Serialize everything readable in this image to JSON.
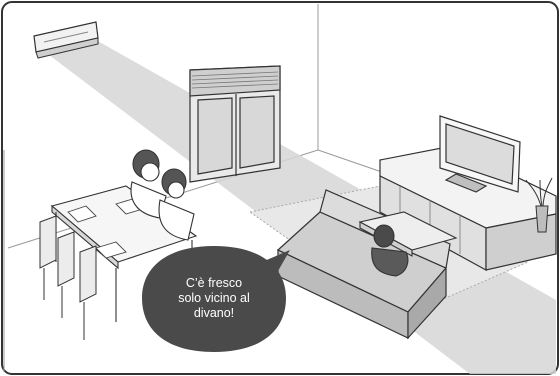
{
  "speech_bubble": {
    "line1": "C’è fresco",
    "line2": "solo vicino al",
    "line3": "divano!"
  },
  "colors": {
    "bubble": "#4a4a4a",
    "cool_air_beam": "#d6d6d6",
    "outline": "#333333"
  },
  "icons": [
    "air-conditioner-icon",
    "window-icon",
    "television-icon",
    "sofa-icon",
    "dining-table-icon",
    "plant-icon"
  ]
}
